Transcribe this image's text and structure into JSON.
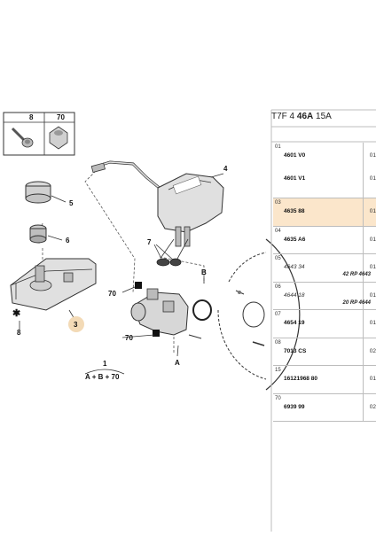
{
  "header": {
    "code_a": "T7F 4",
    "code_b": "46A",
    "code_c": "15A"
  },
  "callouts": {
    "c8": "8",
    "c70": "70",
    "c4": "4",
    "c5": "5",
    "c6": "6",
    "c7": "7",
    "cB": "B",
    "c70a": "70",
    "c3": "3",
    "cstar8": "8",
    "c70b": "70",
    "cA": "A",
    "c1": "1",
    "formula": "A + B + 70"
  },
  "rows": [
    {
      "idx": "01",
      "lines": [
        {
          "ref": "4601 V0",
          "qty": "01"
        },
        {
          "ref": "4601 V1",
          "qty": "01"
        }
      ],
      "highlight": false
    },
    {
      "idx": "03",
      "lines": [
        {
          "ref": "4635 88",
          "qty": "01"
        }
      ],
      "highlight": true
    },
    {
      "idx": "04",
      "lines": [
        {
          "ref": "4635 A6",
          "qty": "01"
        }
      ],
      "highlight": false
    },
    {
      "idx": "05",
      "lines": [
        {
          "ref": "4643 34",
          "sub": "42 RP 4643",
          "qty": "01"
        }
      ],
      "highlight": false
    },
    {
      "idx": "06",
      "lines": [
        {
          "ref": "4644 18",
          "sub": "20 RP 4644",
          "qty": "01"
        }
      ],
      "highlight": false
    },
    {
      "idx": "07",
      "lines": [
        {
          "ref": "4654 19",
          "qty": "01"
        }
      ],
      "highlight": false
    },
    {
      "idx": "08",
      "lines": [
        {
          "ref": "7013 CS",
          "qty": "02"
        }
      ],
      "highlight": false
    },
    {
      "idx": "15",
      "lines": [
        {
          "ref": "16121968 80",
          "qty": "01"
        }
      ],
      "highlight": false
    },
    {
      "idx": "70",
      "lines": [
        {
          "ref": "6939 99",
          "qty": "02"
        }
      ],
      "highlight": false
    }
  ],
  "colors": {
    "highlight_row": "#fbe6cb",
    "part_fill": "#d9d9d9",
    "line": "#333333"
  }
}
